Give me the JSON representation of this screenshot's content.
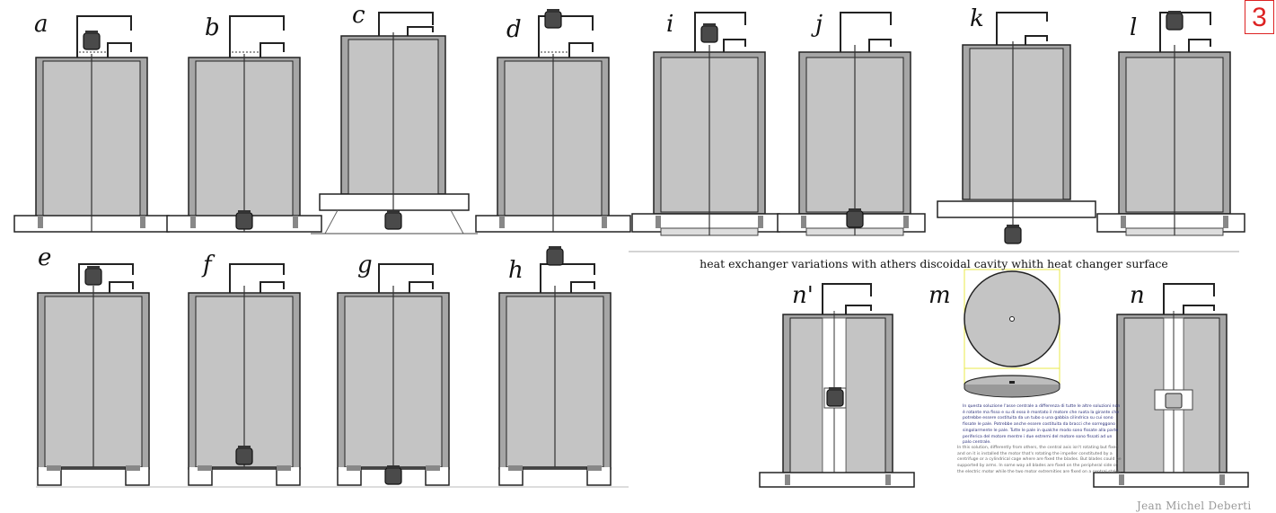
{
  "page_number": "3",
  "caption": "heat exchanger variations with athers discoidal cavity whith heat changer surface",
  "signature": "Jean Michel Deberti",
  "labels": {
    "a": "a",
    "b": "b",
    "c": "c",
    "d": "d",
    "e": "e",
    "f": "f",
    "g": "g",
    "h": "h",
    "i": "i",
    "j": "j",
    "k": "k",
    "l": "l",
    "n_prime": "n'",
    "m": "m",
    "n": "n"
  },
  "note_italian": "In questa soluzione l'asse centrale a differenza di tutte le altre soluzioni non è rotante ma fisso e su di esso è montato il motore che ruota la girante che potrebbe essere costituita da un tubo o una gabbia cilindrica su cui sono fissate le pale. Potrebbe anche essere costituita da bracci che sorreggono singolarmente le pale. Tutte le pale in qualche modo sono fissate alla parte periferica del motore mentre i due estremi del motore sono fissati ad un palo centrale.",
  "note_english": "In this solution, differently from others, the central axis isn't rotating but fixed and on it is installed the motor that's rotating the impeller constituted by a centrifuge or a cylindrical cage where are fixed the blades. But blades could be supported by arms. In some way all blades are fixed on the peripheral side of the electric motor while the two motor extremities are fixed on a central stake.",
  "colors": {
    "tank_fill": "#c4c4c4",
    "wall_fill": "#a6a6a6",
    "motor_fill": "#4a4a4a",
    "outline": "#222222",
    "annotation_yellow": "#e8e84a",
    "page_number_red": "#dd2222"
  }
}
